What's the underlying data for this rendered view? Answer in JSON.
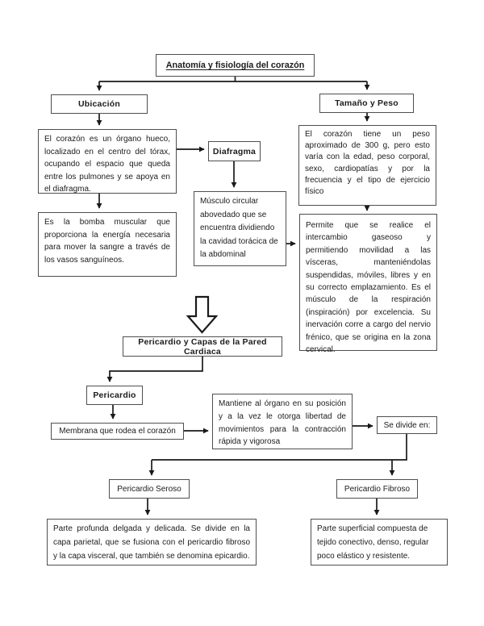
{
  "diagram": {
    "title": "Anatomía y fisiología del corazón",
    "colors": {
      "background": "#ffffff",
      "box_border": "#4f4f4f",
      "connector": "#1a1a1a",
      "text": "#1c1c1c"
    },
    "nodes": {
      "ubicacion": {
        "label": "Ubicación"
      },
      "tamano_peso": {
        "label": "Tamaño y Peso"
      },
      "ubicacion_desc": {
        "text": "El corazón es un órgano hueco, localizado en el centro del tórax, ocupando el espacio que queda entre los pulmones y se apoya en el diafragma."
      },
      "diafragma": {
        "label": "Diafragma"
      },
      "diafragma_desc": {
        "text": "Músculo circular abovedado que se encuentra dividiendo la cavidad torácica de la abdominal"
      },
      "bomba_desc": {
        "text": "Es la bomba muscular que proporciona la energía necesaria para mover la sangre a través de los vasos sanguíneos."
      },
      "peso_desc": {
        "text": "El corazón tiene un peso aproximado de 300 g, pero esto varía con la edad, peso corporal, sexo, cardiopatías y por la frecuencia y el tipo de ejercicio físico"
      },
      "diafragma_funcion": {
        "text": "Permite que se realice el intercambio gaseoso y permitiendo movilidad a las vísceras, manteniéndolas suspendidas, móviles, libres y en su correcto emplazamiento. Es el músculo de la respiración (inspiración) por excelencia. Su inervación corre a cargo del nervio frénico, que se origina en la zona cervical."
      },
      "pericardio_capas": {
        "label": "Pericardio y Capas de la Pared Cardiaca"
      },
      "pericardio": {
        "label": "Pericardio"
      },
      "membrana": {
        "text": "Membrana que rodea el corazón"
      },
      "mantiene": {
        "text": "Mantiene al órgano en su posición y a la vez le otorga libertad de movimientos para la contracción rápida y vigorosa"
      },
      "se_divide": {
        "label": "Se divide en:"
      },
      "pericardio_seroso": {
        "label": "Pericardio Seroso"
      },
      "pericardio_fibroso": {
        "label": "Pericardio Fibroso"
      },
      "seroso_desc": {
        "text": "Parte profunda delgada y delicada. Se divide en la capa parietal, que se fusiona con el pericardio fibroso y la capa visceral, que también se denomina epicardio."
      },
      "fibroso_desc": {
        "text": "Parte superficial compuesta de tejido conectivo, denso, regular poco elástico y resistente."
      }
    }
  }
}
